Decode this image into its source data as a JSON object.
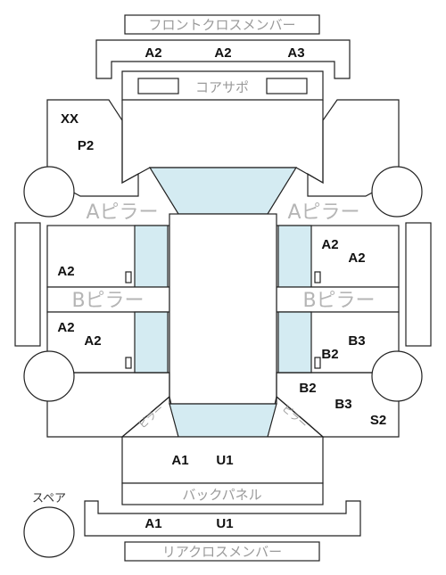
{
  "labels": {
    "front_cross_member": "フロントクロスメンバー",
    "core_support": "コアサポ",
    "pillar_a_left": "Aピラー",
    "pillar_a_right": "Aピラー",
    "pillar_b_left": "Bピラー",
    "pillar_b_right": "Bピラー",
    "back_panel": "バックパネル",
    "rear_cross_member": "リアクロスメンバー",
    "spare": "スペア",
    "curved_left": "ピラー",
    "curved_right": "ピラー"
  },
  "codes": {
    "front_cross_left": "A2",
    "front_cross_mid": "A2",
    "front_cross_right": "A3",
    "front_left_fender_1": "XX",
    "front_left_fender_2": "P2",
    "front_left_door": "A2",
    "rear_left_door_1": "A2",
    "rear_left_door_2": "A2",
    "front_right_door_1": "A2",
    "front_right_door_2": "A2",
    "rear_right_door_1": "B3",
    "rear_right_door_2": "B2",
    "rear_right_quarter_1": "B2",
    "rear_right_quarter_2": "B3",
    "rear_right_quarter_3": "S2",
    "trunk_left": "A1",
    "trunk_right": "U1",
    "rear_cross_left": "A1",
    "rear_cross_right": "U1"
  }
}
